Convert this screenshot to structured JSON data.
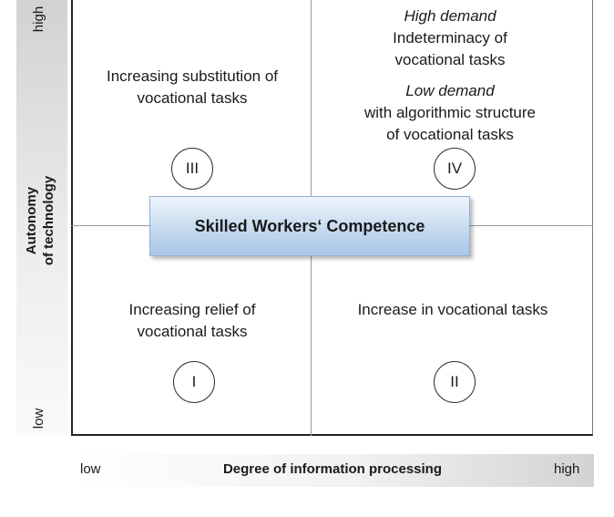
{
  "y_axis": {
    "title_line1": "Autonomy",
    "title_line2": "of technology",
    "high": "high",
    "low": "low"
  },
  "x_axis": {
    "title": "Degree of information processing",
    "low": "low",
    "high": "high"
  },
  "quadrants": {
    "q3": {
      "numeral": "III",
      "line1": "Increasing substitution of",
      "line2": "vocational tasks"
    },
    "q4": {
      "numeral": "IV",
      "high_label": "High demand",
      "high_line1": "Indeterminacy of",
      "high_line2": "vocational tasks",
      "low_label": "Low demand",
      "low_line1": "with algorithmic structure",
      "low_line2": "of vocational tasks"
    },
    "q1": {
      "numeral": "I",
      "line1": "Increasing relief of",
      "line2": "vocational tasks"
    },
    "q2": {
      "numeral": "II",
      "line1": "Increase in vocational tasks"
    }
  },
  "center_label": "Skilled Workers‘ Competence"
}
